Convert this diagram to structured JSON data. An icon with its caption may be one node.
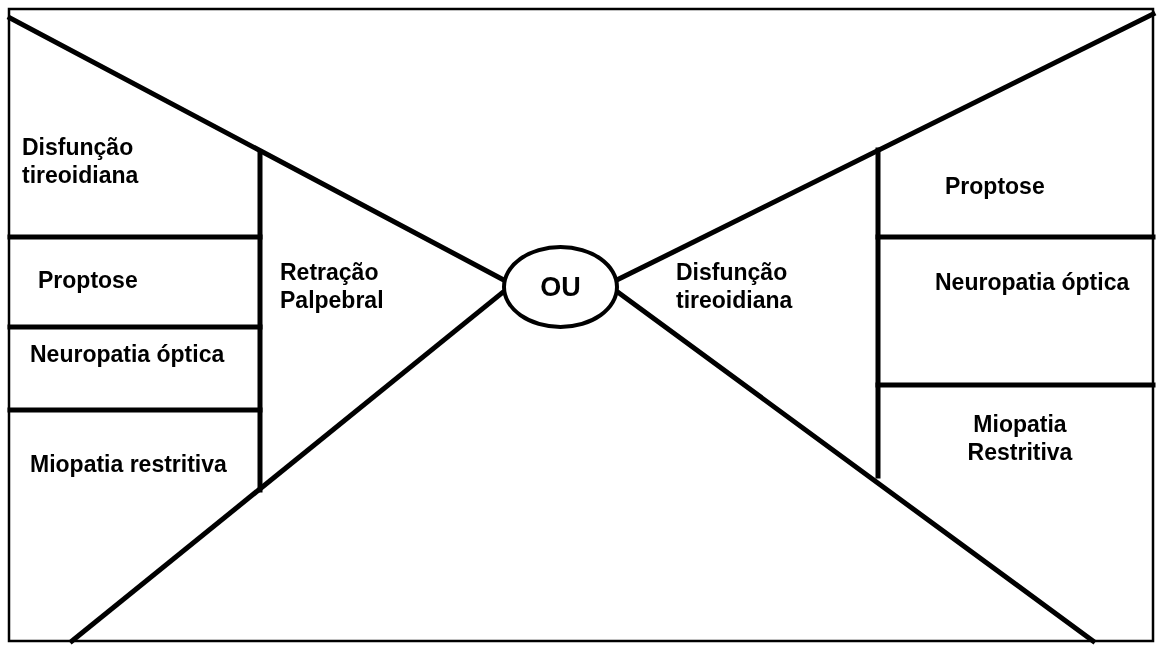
{
  "diagram": {
    "nodes": [
      {
        "text": [
          "Disfunção tireoidiana"
        ]
      },
      {
        "text": [
          "Proptose"
        ]
      },
      {
        "text": [
          "Neuropatia óptica"
        ]
      },
      {
        "text": [
          "Miopatia restritiva"
        ]
      },
      {
        "text": [
          "Retração Palpebral"
        ]
      },
      {
        "text": [
          "OU"
        ]
      },
      {
        "text": [
          "Disfunção tireoidiana"
        ]
      },
      {
        "text": [
          "Proptose"
        ]
      },
      {
        "text": [
          "Neuropatia óptica"
        ]
      },
      {
        "text": [
          "Miopatia Restritiva"
        ]
      }
    ]
  }
}
